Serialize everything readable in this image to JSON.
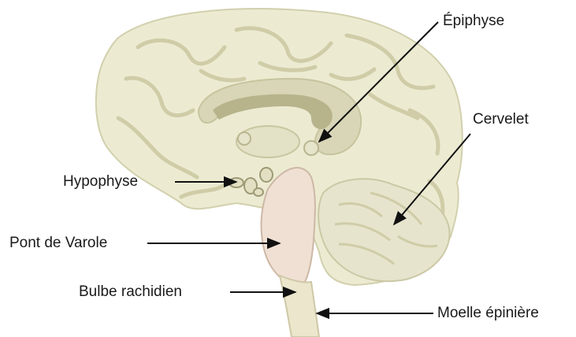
{
  "labels": {
    "epiphyse": "Épiphyse",
    "cervelet": "Cervelet",
    "hypophyse": "Hypophyse",
    "pont": "Pont de Varole",
    "bulbe": "Bulbe rachidien",
    "moelle": "Moelle épinière"
  },
  "colors": {
    "brain_fill": "#ecebd2",
    "brain_edge": "#d2d0ad",
    "gyri_line": "#cfcca7",
    "inner_dark": "#b7b48c",
    "inner_mid": "#d8d6b7",
    "stem": "#f0e0d4",
    "stem_edge": "#cdb8a6",
    "cord": "#ebe6cc",
    "leader": "#111111"
  }
}
